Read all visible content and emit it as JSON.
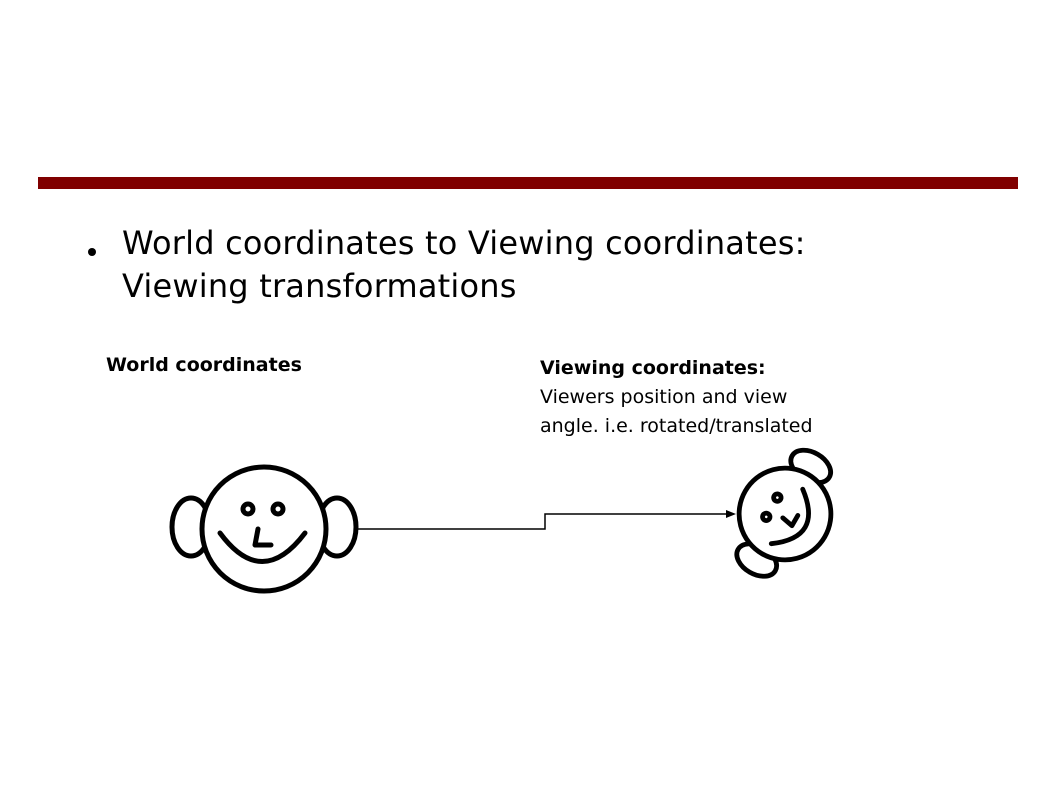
{
  "colors": {
    "rule": "#800000",
    "ink": "#000000",
    "background": "#ffffff"
  },
  "bullet": {
    "line1": "World coordinates to Viewing coordinates:",
    "line2": "Viewing transformations"
  },
  "labels": {
    "world": "World coordinates",
    "viewing_title": "Viewing coordinates:",
    "viewing_line1": "Viewers position and view",
    "viewing_line2": "angle. i.e. rotated/translated"
  },
  "icons": {
    "world_face": "face-icon",
    "viewing_face": "rotated-face-icon",
    "connector": "connector-arrow"
  }
}
